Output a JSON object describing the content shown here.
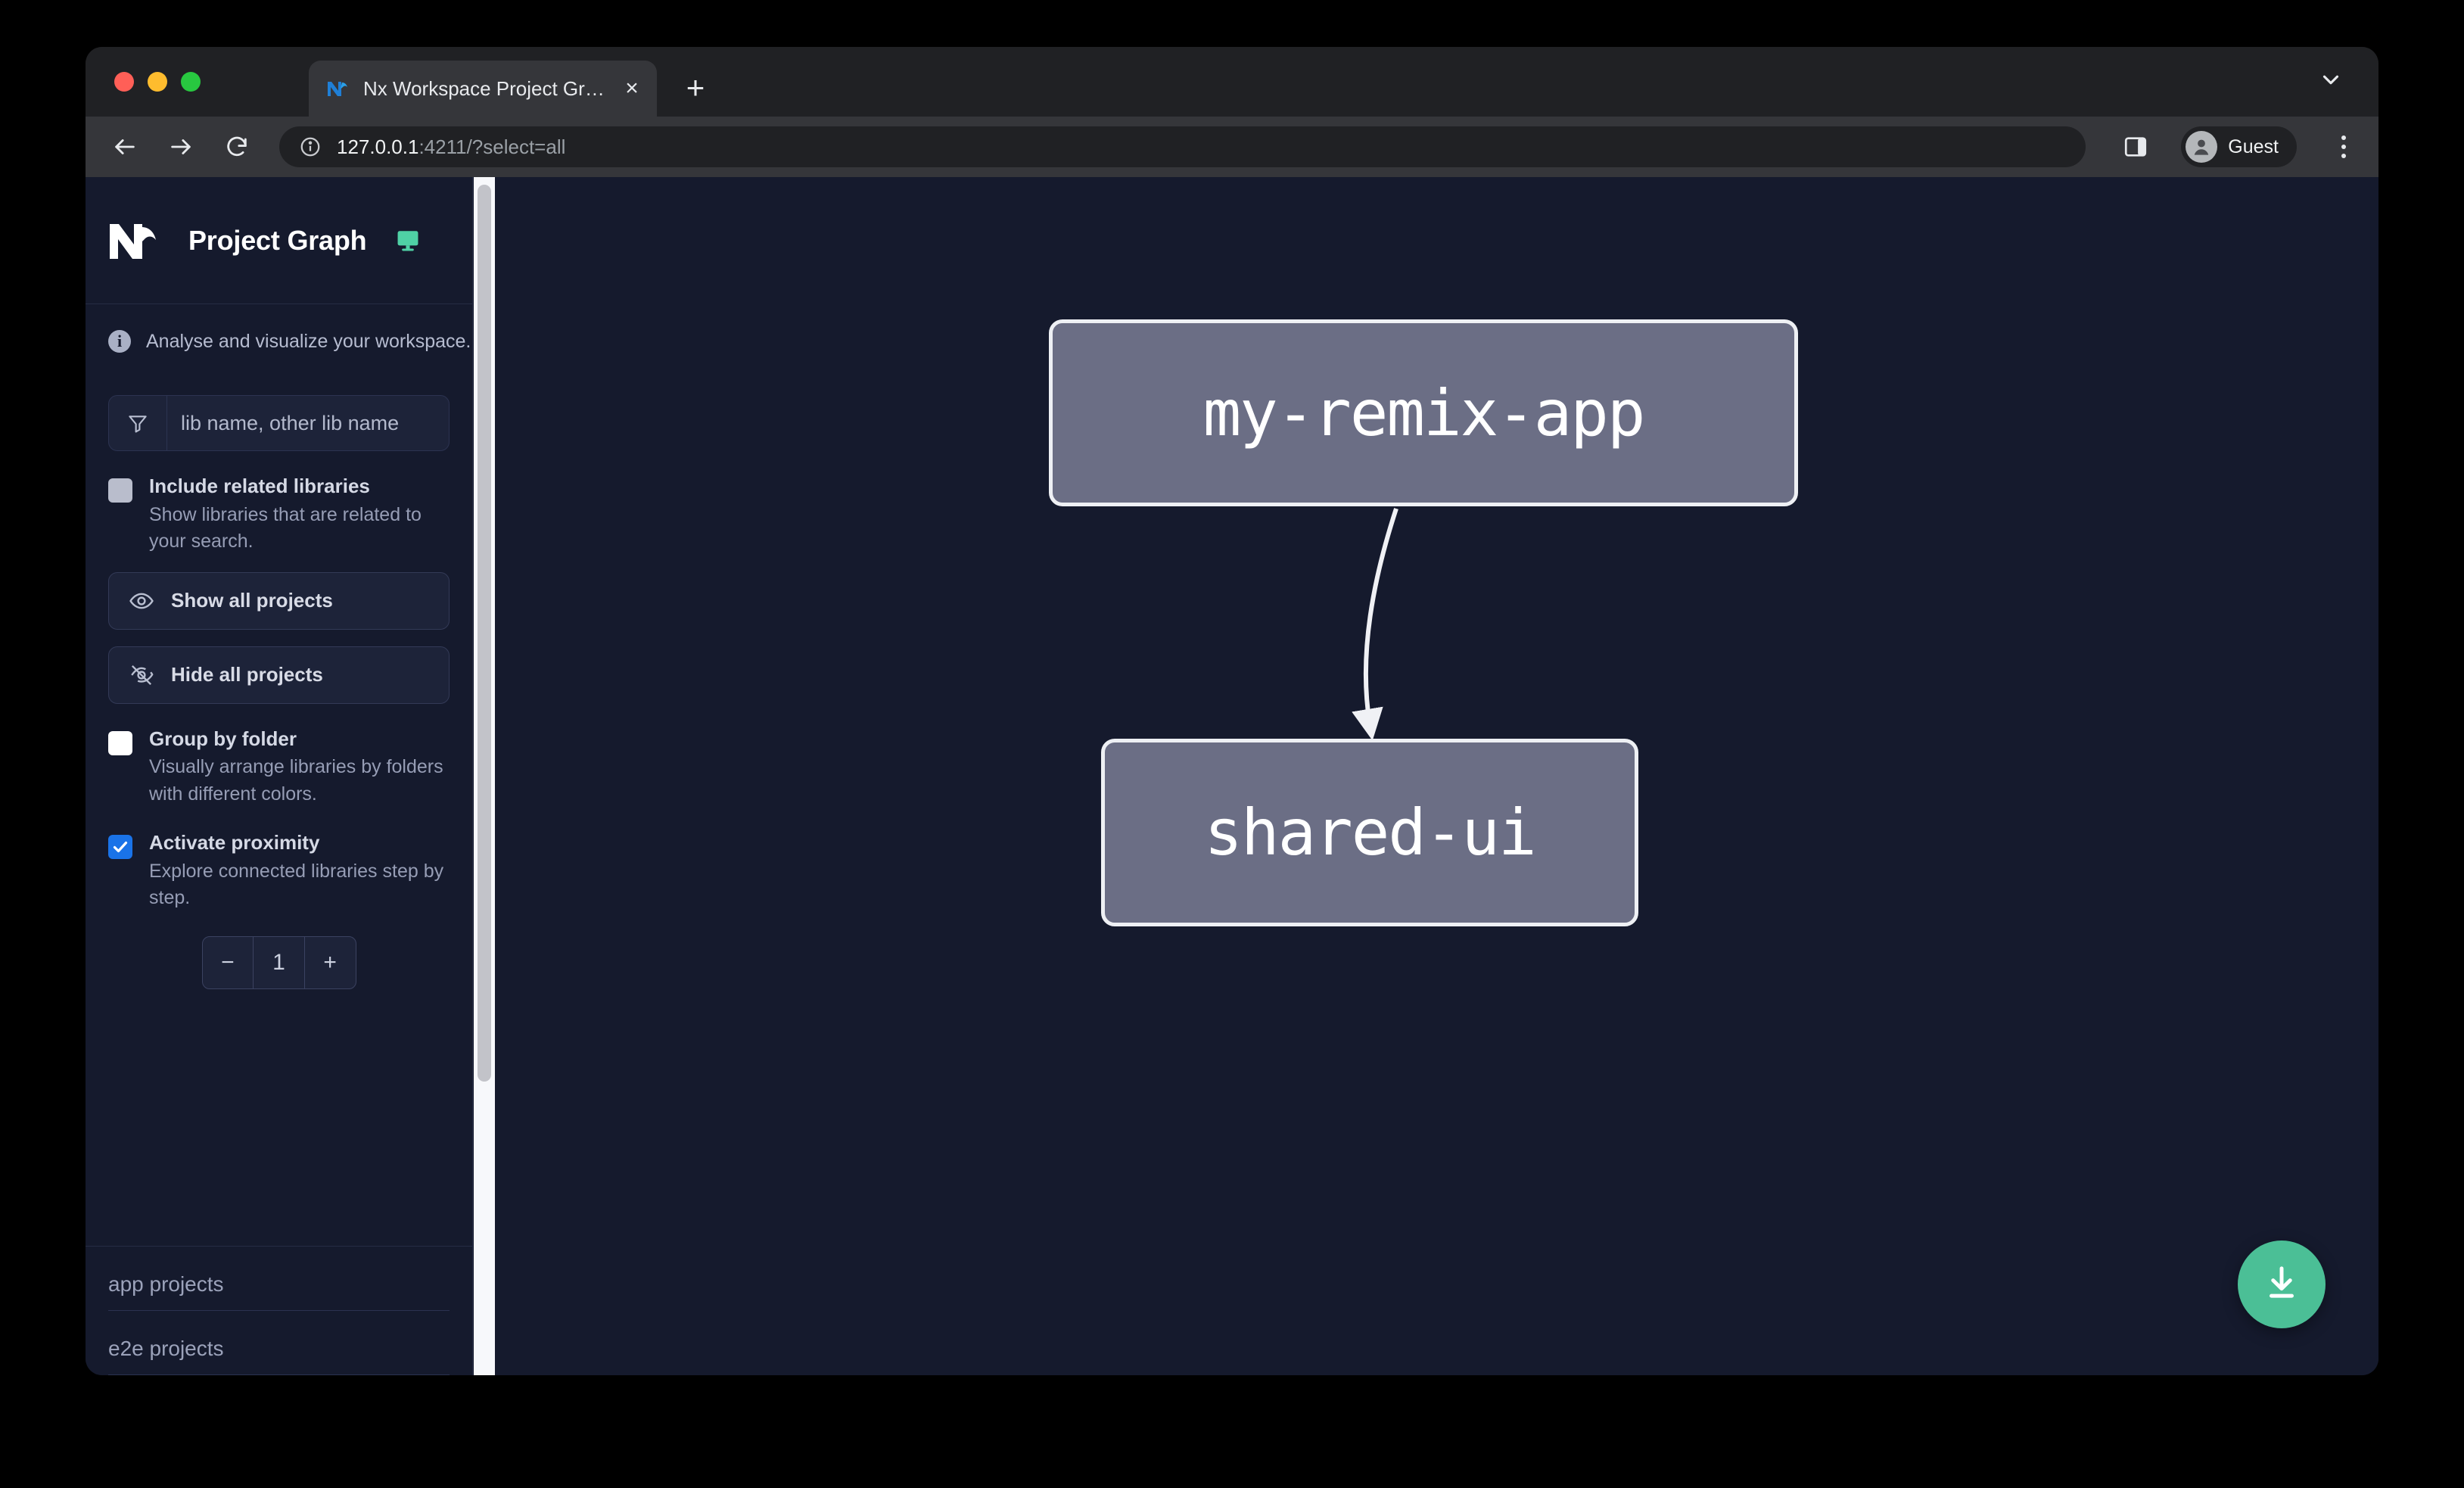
{
  "browser": {
    "traffic_lights": [
      "close",
      "minimize",
      "maximize"
    ],
    "tab": {
      "title": "Nx Workspace Project Graph",
      "favicon": "nx-logo-icon",
      "close_label": "×"
    },
    "new_tab_label": "+",
    "toolbar": {
      "back_icon": "back-arrow-icon",
      "forward_icon": "forward-arrow-icon",
      "reload_icon": "reload-icon",
      "site_info_icon": "info-circle-icon",
      "url_host": "127.0.0.1",
      "url_rest": ":4211/?select=all",
      "panel_icon": "side-panel-icon",
      "profile_name": "Guest",
      "menu_icon": "three-dot-menu-icon"
    }
  },
  "sidebar": {
    "logo": "nx-logo",
    "title": "Project Graph",
    "monitor_icon": "monitor-icon",
    "subtitle": "Analyse and visualize your workspace.",
    "info_glyph": "i",
    "filter": {
      "icon": "funnel-icon",
      "placeholder": "lib name, other lib name",
      "value": ""
    },
    "options": [
      {
        "key": "include_related",
        "label": "Include related libraries",
        "description": "Show libraries that are related to your search.",
        "checked": false,
        "style": "dim"
      },
      {
        "key": "group_by_folder",
        "label": "Group by folder",
        "description": "Visually arrange libraries by folders with different colors.",
        "checked": false,
        "style": "plain"
      },
      {
        "key": "activate_proximity",
        "label": "Activate proximity",
        "description": "Explore connected libraries step by step.",
        "checked": true,
        "style": "plain"
      }
    ],
    "buttons": [
      {
        "key": "show_all",
        "label": "Show all projects",
        "icon": "eye-icon"
      },
      {
        "key": "hide_all",
        "label": "Hide all projects",
        "icon": "eye-slash-icon"
      }
    ],
    "stepper": {
      "decrement_label": "−",
      "value": "1",
      "increment_label": "+"
    },
    "groups": [
      {
        "key": "app_projects",
        "label": "app projects"
      },
      {
        "key": "e2e_projects",
        "label": "e2e projects"
      }
    ],
    "scrollbar": {
      "orientation": "vertical",
      "thumb_position": "top"
    }
  },
  "graph": {
    "nodes": [
      {
        "id": "my-remix-app",
        "label": "my-remix-app",
        "type": "app"
      },
      {
        "id": "shared-ui",
        "label": "shared-ui",
        "type": "lib"
      }
    ],
    "edges": [
      {
        "from": "my-remix-app",
        "to": "shared-ui",
        "style": "solid-arrow"
      }
    ],
    "node_fill": "#6b6e85",
    "node_border": "#eef0f4",
    "background": "#151a2d",
    "edge_color": "#f0f1f5"
  },
  "fab": {
    "name": "download-button",
    "icon": "download-icon",
    "color": "#4bbf96"
  }
}
